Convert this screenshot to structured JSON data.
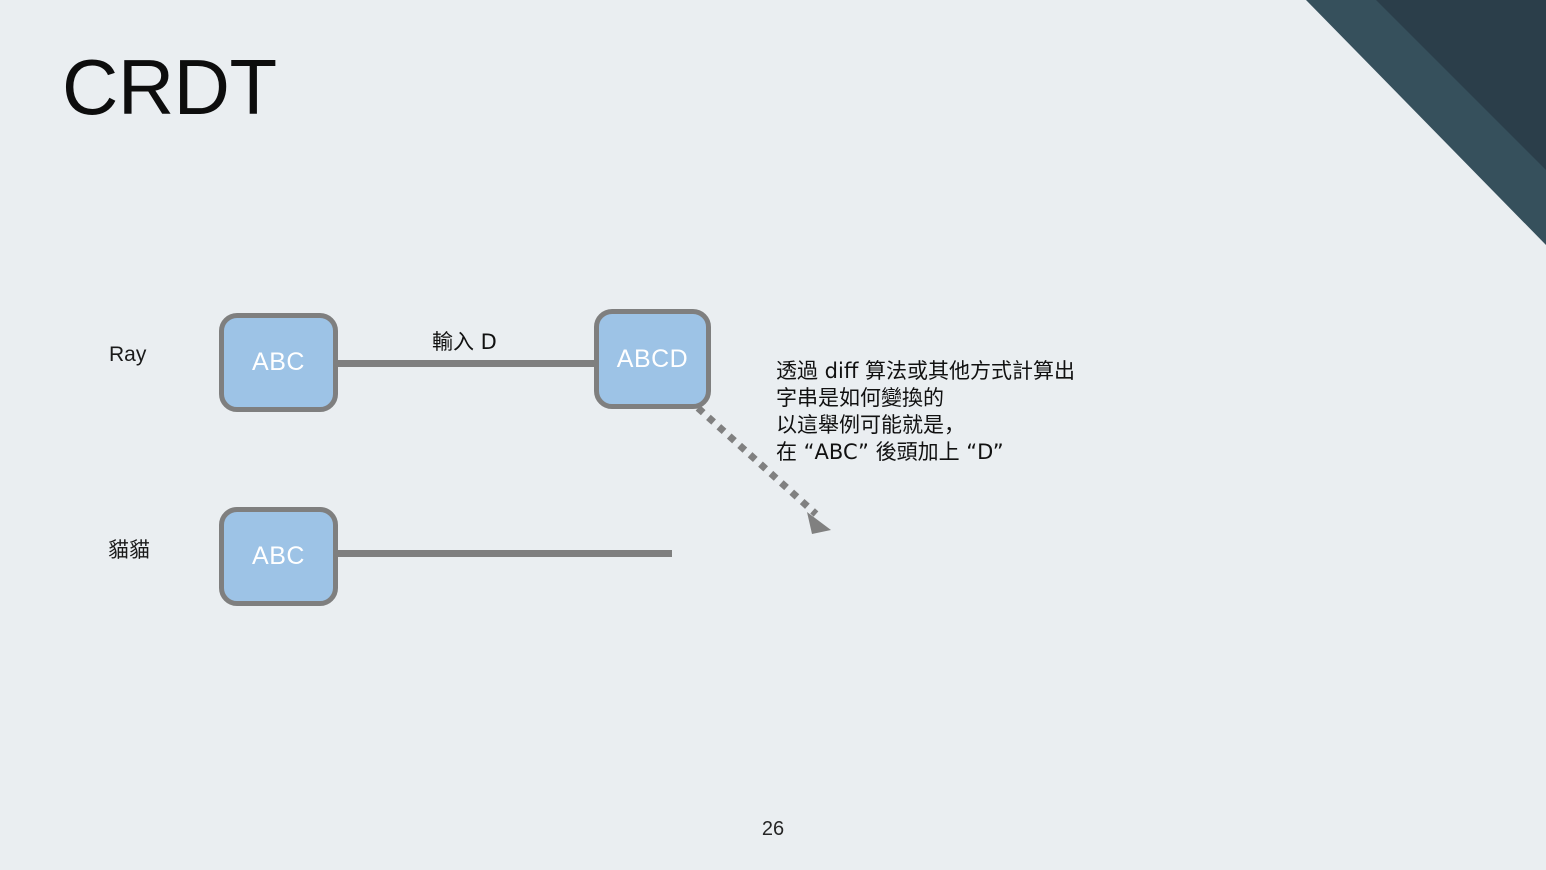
{
  "slide": {
    "title": "CRDT",
    "page_number": "26",
    "background_color": "#EAEEF1"
  },
  "decoration": {
    "corner_dark_color": "#2B3E4A",
    "corner_slate_color": "#36505C"
  },
  "diagram": {
    "node_fill_color": "#9DC3E6",
    "node_border_color": "#7F7F7F",
    "node_text_color": "#FFFFFF",
    "connector_color": "#7F7F7F",
    "arrow_color": "#808080",
    "rows": [
      {
        "actor": "Ray",
        "actor_script": "latin",
        "start_node": "ABC",
        "edge_label": "輸入 D",
        "end_node": "ABCD"
      },
      {
        "actor": "貓貓",
        "actor_script": "cjk",
        "start_node": "ABC",
        "edge_label": "",
        "end_node": ""
      }
    ]
  },
  "annotation": {
    "lines": [
      "透過 diff 算法或其他方式計算出",
      "字串是如何變換的",
      "以這舉例可能就是，",
      "在 “ABC” 後頭加上 “D”"
    ]
  }
}
